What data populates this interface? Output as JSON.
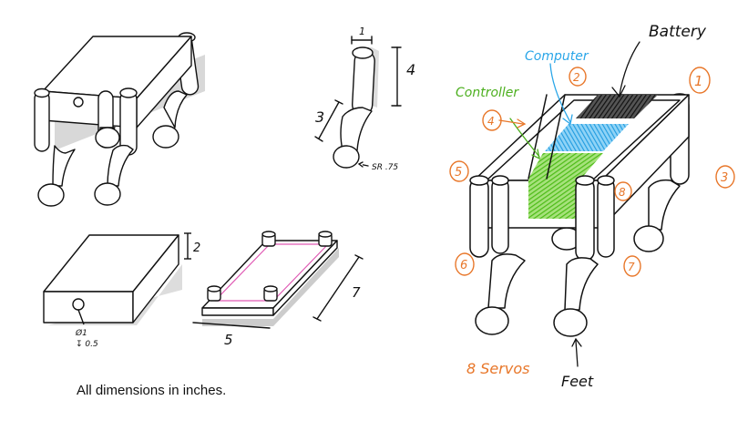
{
  "caption": "All dimensions in inches.",
  "dimensions": {
    "top_width": "1",
    "upper_leg_length": "4",
    "lower_leg_length": "3",
    "foot_radius": "SR .75",
    "box_height": "2",
    "hole_diameter": "Ø1",
    "hole_depth": "↧ 0.5",
    "base_width": "5",
    "base_length": "7"
  },
  "labels": {
    "battery": "Battery",
    "computer": "Computer",
    "controller": "Controller",
    "servos": "8 Servos",
    "feet": "Feet"
  },
  "servo_numbers": [
    "1",
    "2",
    "3",
    "4",
    "5",
    "6",
    "7",
    "8"
  ],
  "colors": {
    "line": "#111111",
    "battery_fill": "#222222",
    "computer_fill": "#2aa6e8",
    "controller_fill": "#5cc72a",
    "servo_markup": "#e8772a",
    "base_outline": "#e05ab4",
    "computer_label": "#2aa6e8",
    "controller_label": "#4caf1e"
  }
}
